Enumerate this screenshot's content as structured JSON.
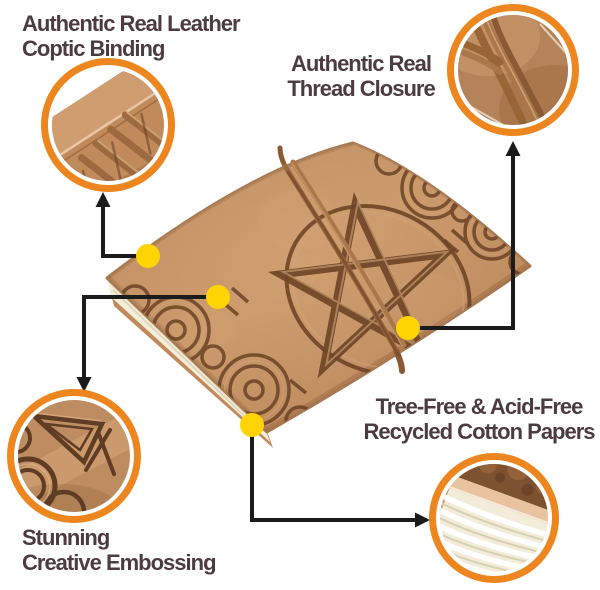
{
  "page": {
    "type": "product feature infographic",
    "background": "#ffffff",
    "product": "embossed leather journal with pentagram, celtic knots and wrap cord closure"
  },
  "colors": {
    "accent_ring_orange": "#ED861F",
    "marker_dot_yellow": "#FFD402",
    "label_text": "#4C3B40",
    "arrow_black": "#1B1B1B",
    "leather_tan": "#C79465",
    "emboss_brown": "#6F4527",
    "paper_cream": "#F2ECD9"
  },
  "callouts": [
    {
      "id": "coptic-binding",
      "line1": "Authentic Real Leather",
      "line2": "Coptic Binding",
      "detail_photo": "leather spine coptic stitching close-up"
    },
    {
      "id": "thread-closure",
      "line1": "Authentic Real",
      "line2": "Thread Closure",
      "detail_photo": "leather cord thread closure close-up"
    },
    {
      "id": "creative-embossing",
      "line1": "Stunning",
      "line2": "Creative Embossing",
      "detail_photo": "embossed pentagram and celtic pattern close-up"
    },
    {
      "id": "recycled-papers",
      "line1": "Tree-Free & Acid-Free",
      "line2": "Recycled Cotton Papers",
      "detail_photo": "stacked cotton paper edges close-up"
    }
  ]
}
